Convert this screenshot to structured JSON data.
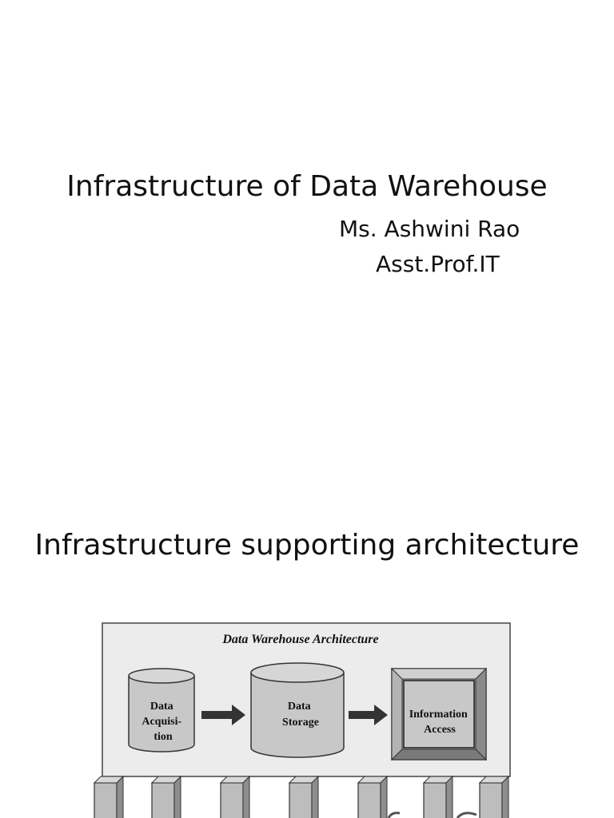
{
  "slide1": {
    "title": "Infrastructure of Data Warehouse",
    "author": "Ms. Ashwini Rao",
    "role": "Asst.Prof.IT"
  },
  "slide2": {
    "title": "Infrastructure supporting architecture",
    "diagram": {
      "title": "Data Warehouse Architecture",
      "acquisition": [
        "Data",
        "Acquisi-",
        "tion"
      ],
      "storage": [
        "Data",
        "Storage"
      ],
      "access": [
        "Information",
        "Access"
      ]
    }
  },
  "colors": {
    "panel_fill": "#ececec",
    "panel_border": "#444444",
    "component_fill": "#c8c8c8",
    "pillar_fill": "#bdbdbd",
    "arrow": "#333333"
  }
}
